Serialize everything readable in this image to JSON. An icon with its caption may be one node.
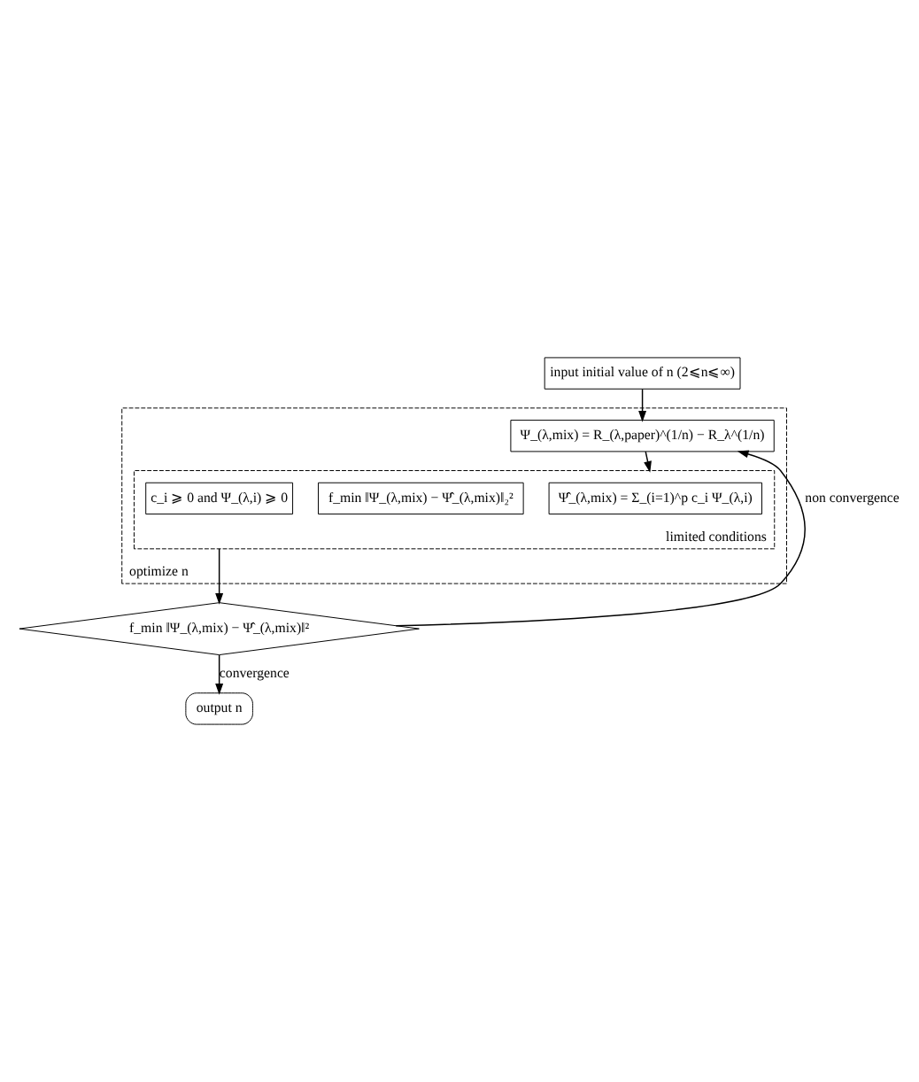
{
  "diagram": {
    "nodes": [
      {
        "text": [
          "input initial value of n (2⩽n⩽∞)"
        ]
      },
      {
        "text": [
          "optimize n"
        ]
      },
      {
        "text": [
          "Ψ_(λ,mix) = R_(λ,paper)^(1/n) − R_λ^(1/n)"
        ],
        "in": 1
      },
      {
        "text": [
          "limited conditions"
        ],
        "in": 1
      },
      {
        "text": [
          "Ψ̂_(λ,mix) = Σ_(i=1)^p c_i Ψ_(λ,i)"
        ],
        "in": 3
      },
      {
        "text": [
          "f_min ‖Ψ_(λ,mix) − Ψ̂_(λ,mix)‖₂²"
        ],
        "in": 3
      },
      {
        "text": [
          "c_i ⩾ 0 and Ψ_(λ,i) ⩾ 0"
        ],
        "in": 3
      },
      {
        "text": [
          "f_min ‖Ψ_(λ,mix) − Ψ̂_(λ,mix)‖²"
        ]
      },
      {
        "text": [
          "output n"
        ]
      }
    ],
    "edges": [
      {
        "from": 0,
        "to": 2,
        "arrow": "to"
      },
      {
        "from": 2,
        "to": 3,
        "arrow": "to"
      },
      {
        "from": 3,
        "to": 7,
        "arrow": "to"
      },
      {
        "from": 7,
        "to": 8,
        "arrow": "to",
        "label": "convergence"
      },
      {
        "from": 7,
        "to": 2,
        "arrow": "to",
        "label": "non convergence"
      }
    ]
  }
}
